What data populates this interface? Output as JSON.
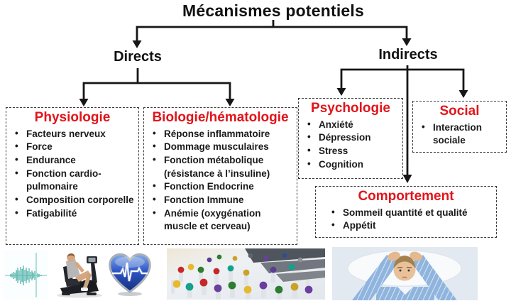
{
  "title": "Mécanismes potentiels",
  "branches": {
    "directs": "Directs",
    "indirects": "Indirects"
  },
  "boxes": {
    "physiologie": {
      "title": "Physiologie",
      "items": [
        "Facteurs nerveux",
        "Force",
        "Endurance",
        "Fonction cardio-pulmonaire",
        "Composition corporelle",
        "Fatigabilité"
      ]
    },
    "biologie": {
      "title": "Biologie/hématologie",
      "items": [
        "Réponse inflammatoire",
        "Dommage musculaires",
        "Fonction métabolique (résistance à l’insuline)",
        "Fonction Endocrine",
        "Fonction Immune",
        "Anémie (oxygénation muscle et cerveau)"
      ]
    },
    "psychologie": {
      "title": "Psychologie",
      "items": [
        "Anxiété",
        "Dépression",
        "Stress",
        "Cognition"
      ]
    },
    "social": {
      "title": "Social",
      "items": [
        "Interaction sociale"
      ]
    },
    "comportement": {
      "title": "Comportement",
      "items": [
        "Sommeil quantité et qualité",
        "Appétit"
      ]
    }
  },
  "images": [
    {
      "name": "emg-waveform-image"
    },
    {
      "name": "recumbent-bike-image"
    },
    {
      "name": "heart-ecg-image"
    },
    {
      "name": "blood-test-tubes-image"
    },
    {
      "name": "stressed-man-in-bed-image"
    }
  ],
  "colors": {
    "heading_red": "#e2141b",
    "line_black": "#161616",
    "waveform_teal": "#52b5ad"
  }
}
